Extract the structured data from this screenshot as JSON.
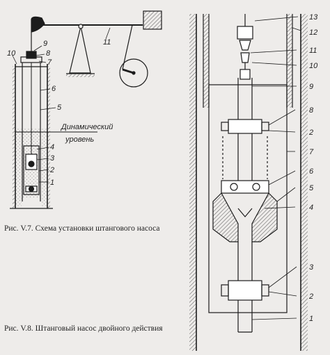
{
  "figure_left": {
    "labels": [
      "9",
      "8",
      "7",
      "10",
      "6",
      "5",
      "4",
      "3",
      "2",
      "1",
      "11"
    ],
    "dyn_level_line1": "Динамический",
    "dyn_level_line2": "уровень",
    "caption": "Рис. V.7. Схема установки штангового насоса"
  },
  "figure_right": {
    "labels": [
      "13",
      "12",
      "11",
      "10",
      "9",
      "8",
      "2",
      "7",
      "6",
      "5",
      "4",
      "3",
      "2",
      "1"
    ],
    "caption": "Рис. V.8. Штанговый насос двойного действия"
  },
  "colors": {
    "background": "#eeecea",
    "ink": "#1c1c1c",
    "hatch": "#555555"
  }
}
